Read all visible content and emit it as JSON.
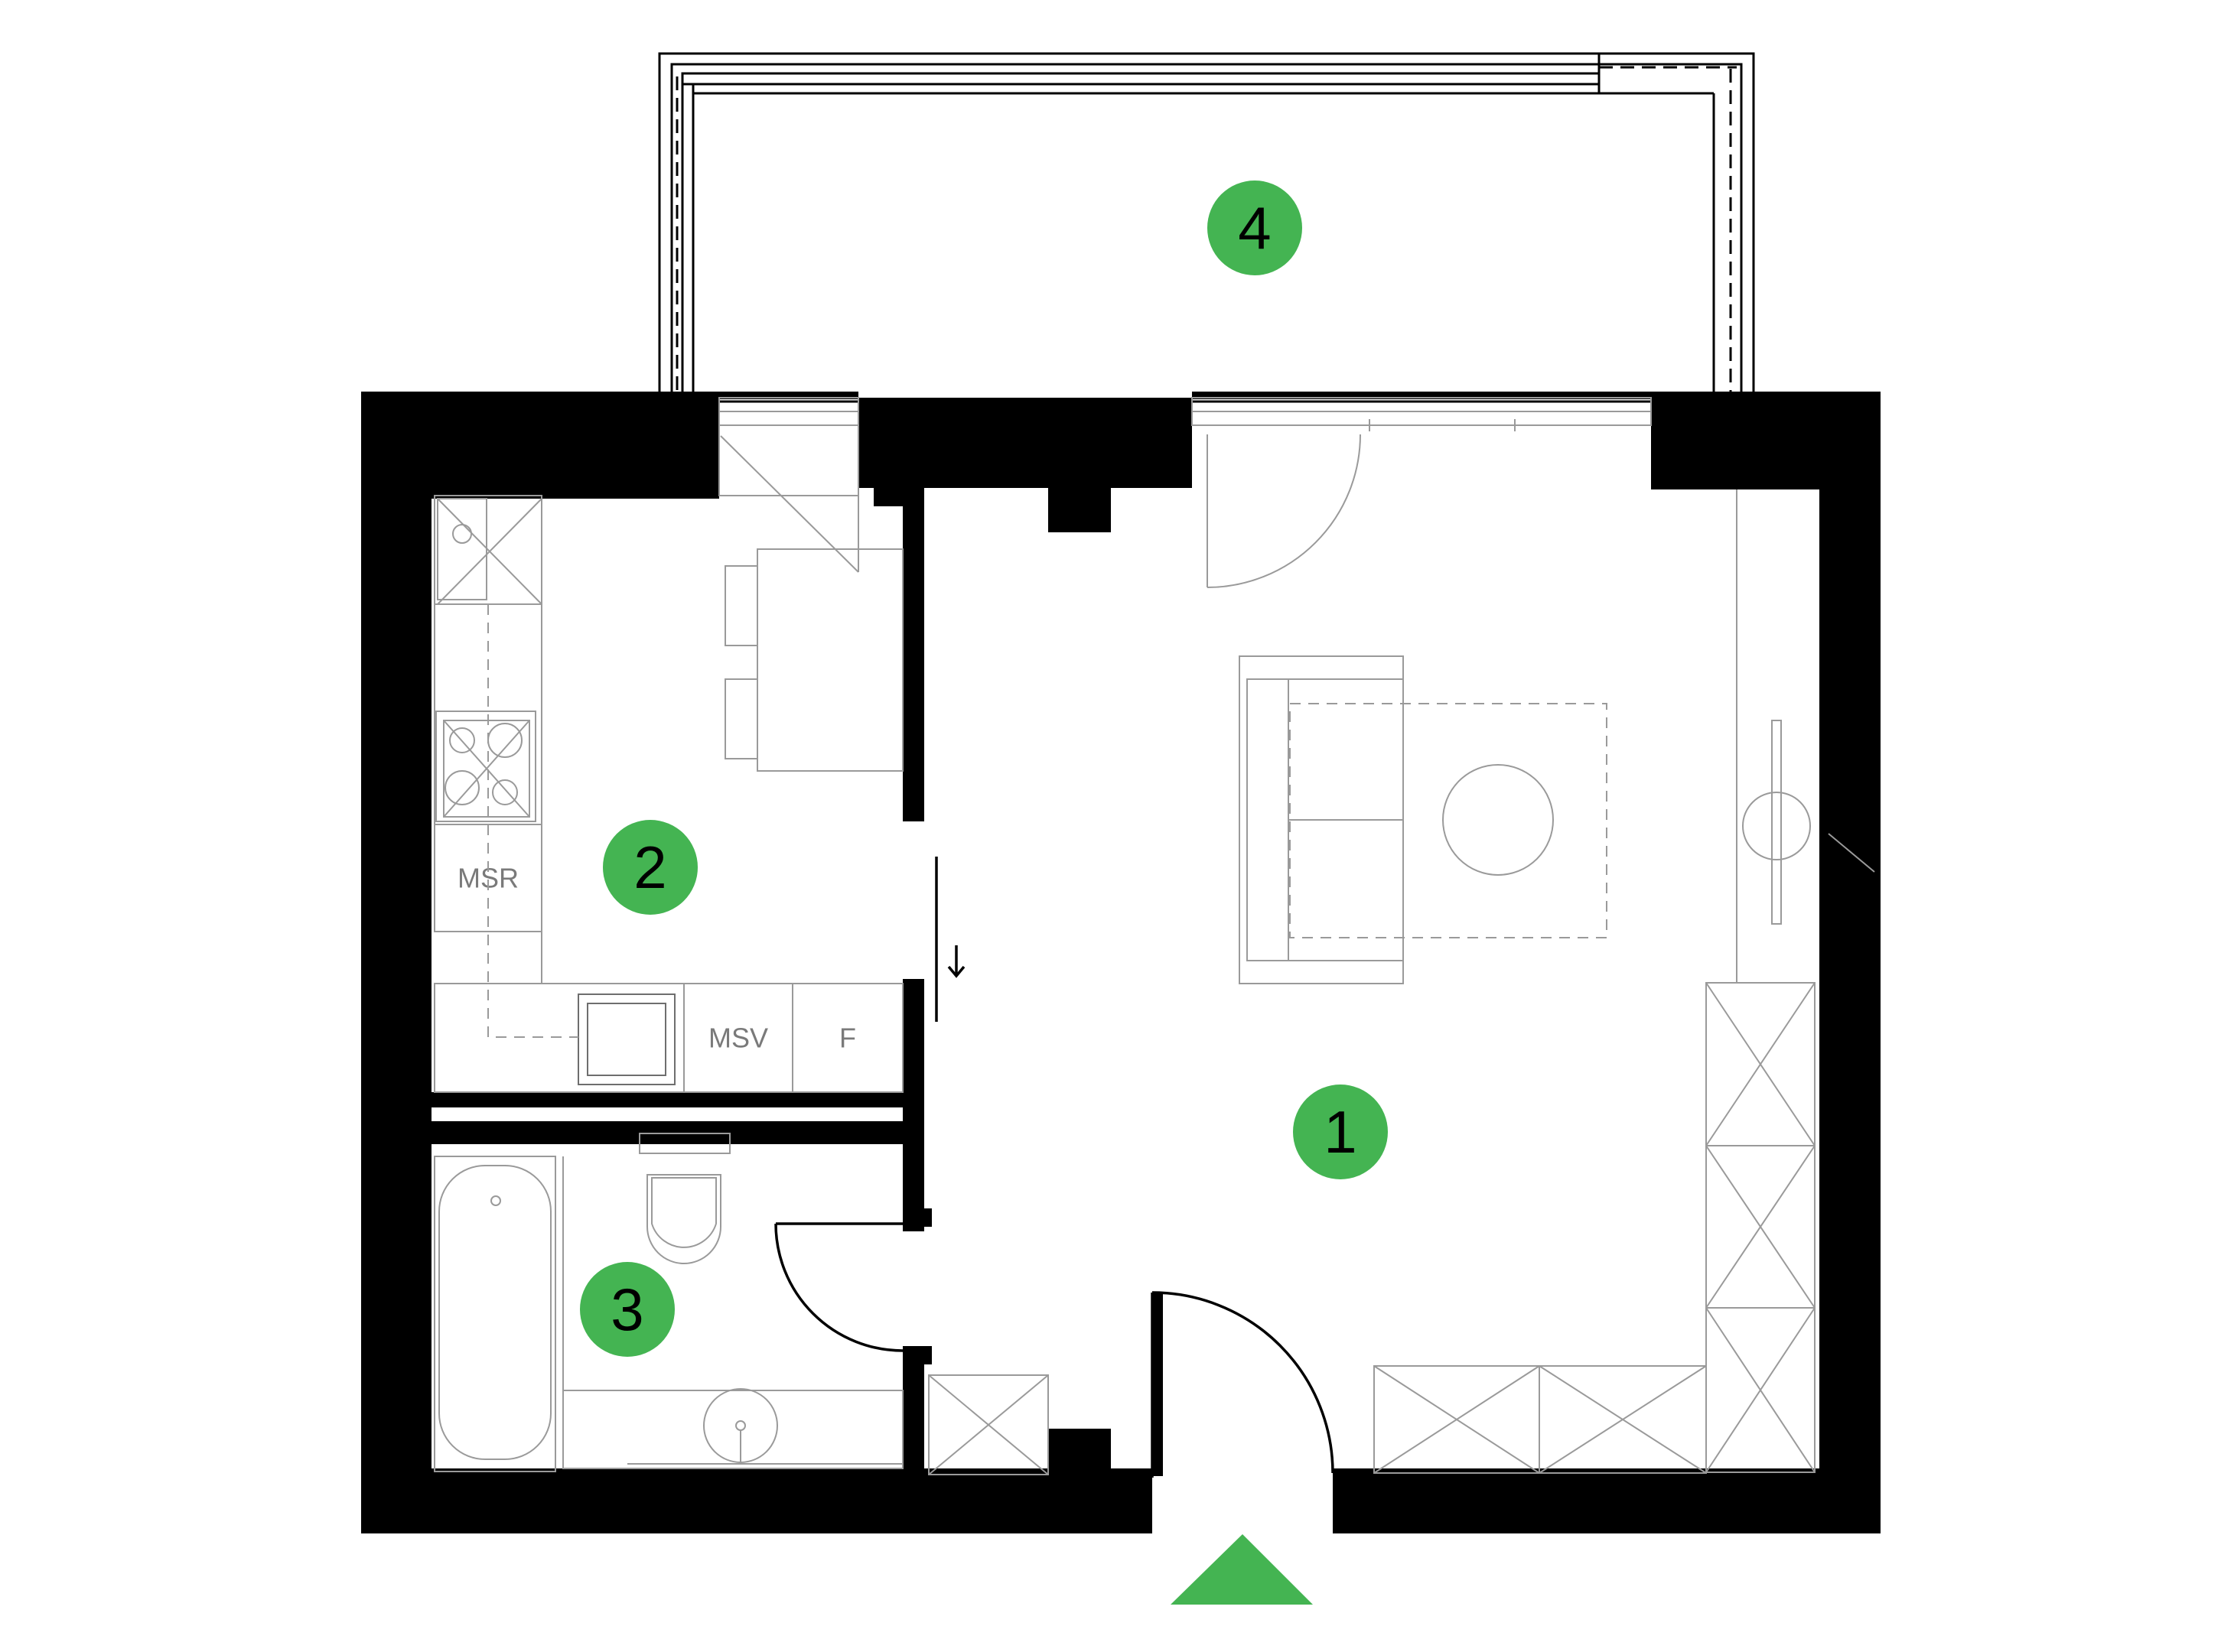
{
  "rooms": [
    {
      "number": "1"
    },
    {
      "number": "2"
    },
    {
      "number": "3"
    },
    {
      "number": "4"
    }
  ],
  "appliance_labels": {
    "msr": "MSR",
    "msv": "MSV",
    "fridge": "F"
  },
  "colors": {
    "marker": "#44b452",
    "wall": "#000000",
    "fixture_line": "#9a9a9a"
  },
  "entrance": {
    "icon": "entrance-arrow-icon"
  }
}
